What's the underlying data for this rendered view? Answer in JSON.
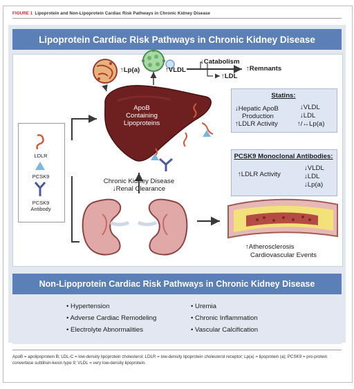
{
  "figure": {
    "label": "FIGURE 1",
    "title": "Lipoprotein and Non-Lipoprotein Cardiac Risk Pathways in Chronic Kidney Disease"
  },
  "lipoprotein_panel": {
    "banner": "Lipoprotein Cardiac Risk Pathways in Chronic Kidney Disease",
    "lpa_label": "↑Lp(a)",
    "vldl_label": "↑VLDL",
    "catabolism_label": "↓Catabolism",
    "ldl_label": "↑LDL",
    "remnants_label": "↑Remnants",
    "liver_text": [
      "ApoB",
      "Containing",
      "Lipoproteins"
    ],
    "ckd_title": "Chronic Kidney Disease",
    "ckd_effect": "↓Renal Clearance",
    "legend": [
      {
        "label": "LDLR",
        "icon": "receptor-icon"
      },
      {
        "label": "PCSK9",
        "icon": "triangle-icon"
      },
      {
        "label": "PCSK9 Antibody",
        "icon": "antibody-icon"
      }
    ],
    "statins": {
      "title": "Statins:",
      "left": [
        "↓Hepatic ApoB",
        "Production",
        "↑LDLR Activity"
      ],
      "right": [
        "↓VLDL",
        "↓LDL",
        "↑/↔Lp(a)"
      ]
    },
    "pcsk9": {
      "title": "PCSK9 Monoclonal Antibodies:",
      "left": [
        "↑LDLR Activity"
      ],
      "right": [
        "↓VLDL",
        "↓LDL",
        "↓Lp(a)"
      ]
    },
    "outcome": [
      "↑Atherosclerosis",
      "Cardiovascular Events"
    ]
  },
  "non_lipoprotein_panel": {
    "banner": "Non-Lipoprotein Cardiac Risk Pathways in Chronic Kidney Disease",
    "left_items": [
      "• Hypertension",
      "• Adverse Cardiac Remodeling",
      "• Electrolyte Abnormalities"
    ],
    "right_items": [
      "• Uremia",
      "• Chronic Inflammation",
      "• Vascular Calcification"
    ]
  },
  "footnote": "ApoB = apolipoprotein B; LDL-C = low-density lipoprotein cholesterol; LDLR = low-density lipoprotein cholesterol receptor; Lp(a) = lipoprotein (a); PCSK9 = pro-protein convertase subtilisin-kexin type 9; VLDL = very low-density lipoprotein.",
  "colors": {
    "banner": "#5b7fb7",
    "panel": "#e3e7f1",
    "liver": "#6e1f1f",
    "kidney": "#e0a9a7",
    "vessel_plaque": "#f3e27a",
    "label_red": "#c62828"
  }
}
